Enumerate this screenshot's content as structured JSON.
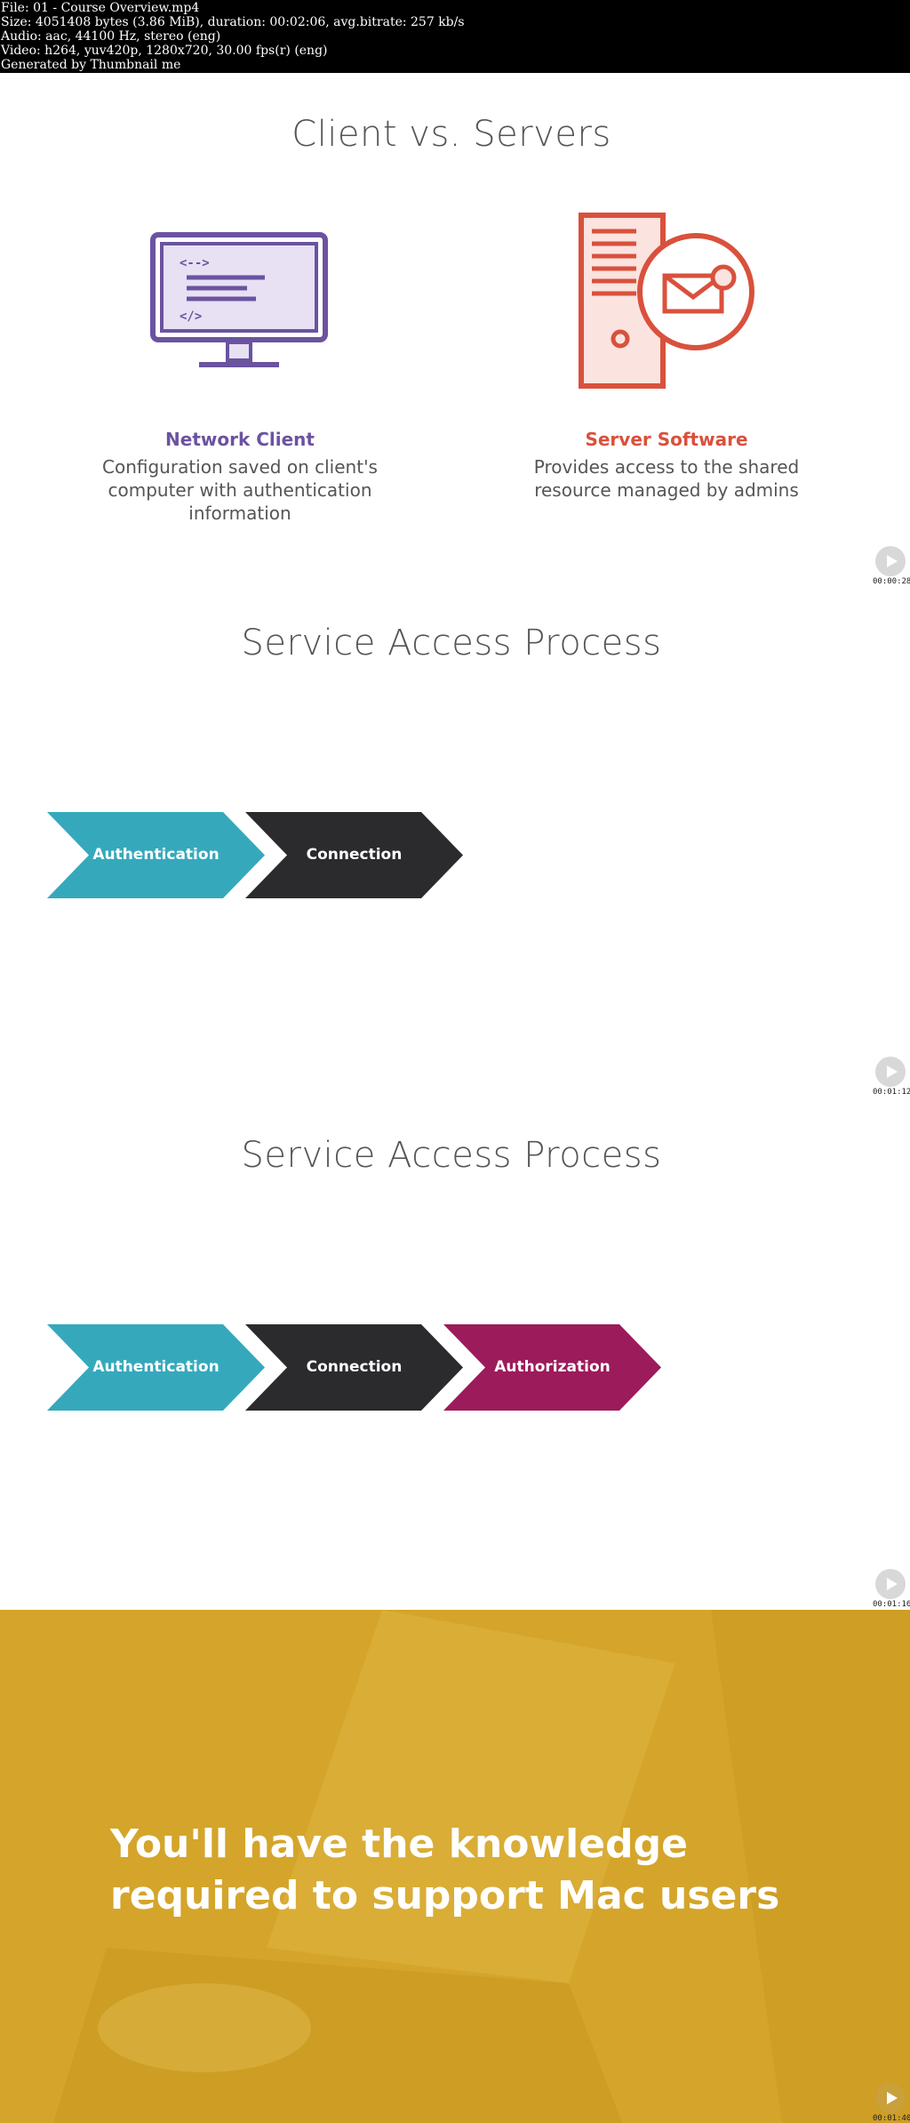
{
  "header": {
    "lines": [
      "File: 01 - Course Overview.mp4",
      "Size: 4051408 bytes (3.86 MiB), duration: 00:02:06, avg.bitrate: 257 kb/s",
      "Audio: aac, 44100 Hz, stereo (eng)",
      "Video: h264, yuv420p, 1280x720, 30.00 fps(r) (eng)",
      "Generated by Thumbnail me"
    ]
  },
  "frame1": {
    "title": "Client vs. Servers",
    "client": {
      "heading": "Network Client",
      "desc": "Configuration saved on client's computer with authentication information",
      "color": "#6b53a0"
    },
    "server": {
      "heading": "Server Software",
      "desc": "Provides access to the shared resource managed by admins",
      "color": "#d9513c"
    },
    "timestamp": "00:00:28"
  },
  "frame2": {
    "title": "Service Access Process",
    "steps": [
      "Authentication",
      "Connection"
    ],
    "timestamp": "00:01:12"
  },
  "frame3": {
    "title": "Service Access Process",
    "steps": [
      "Authentication",
      "Connection",
      "Authorization"
    ],
    "timestamp": "00:01:16"
  },
  "frame4": {
    "line1": "You'll have the knowledge",
    "line2": "required to support Mac users",
    "timestamp": "00:01:40"
  },
  "colors": {
    "teal": "#35a9bb",
    "dark": "#2b2b2d",
    "magenta": "#9c1b5b",
    "gold": "#d4a52a"
  }
}
